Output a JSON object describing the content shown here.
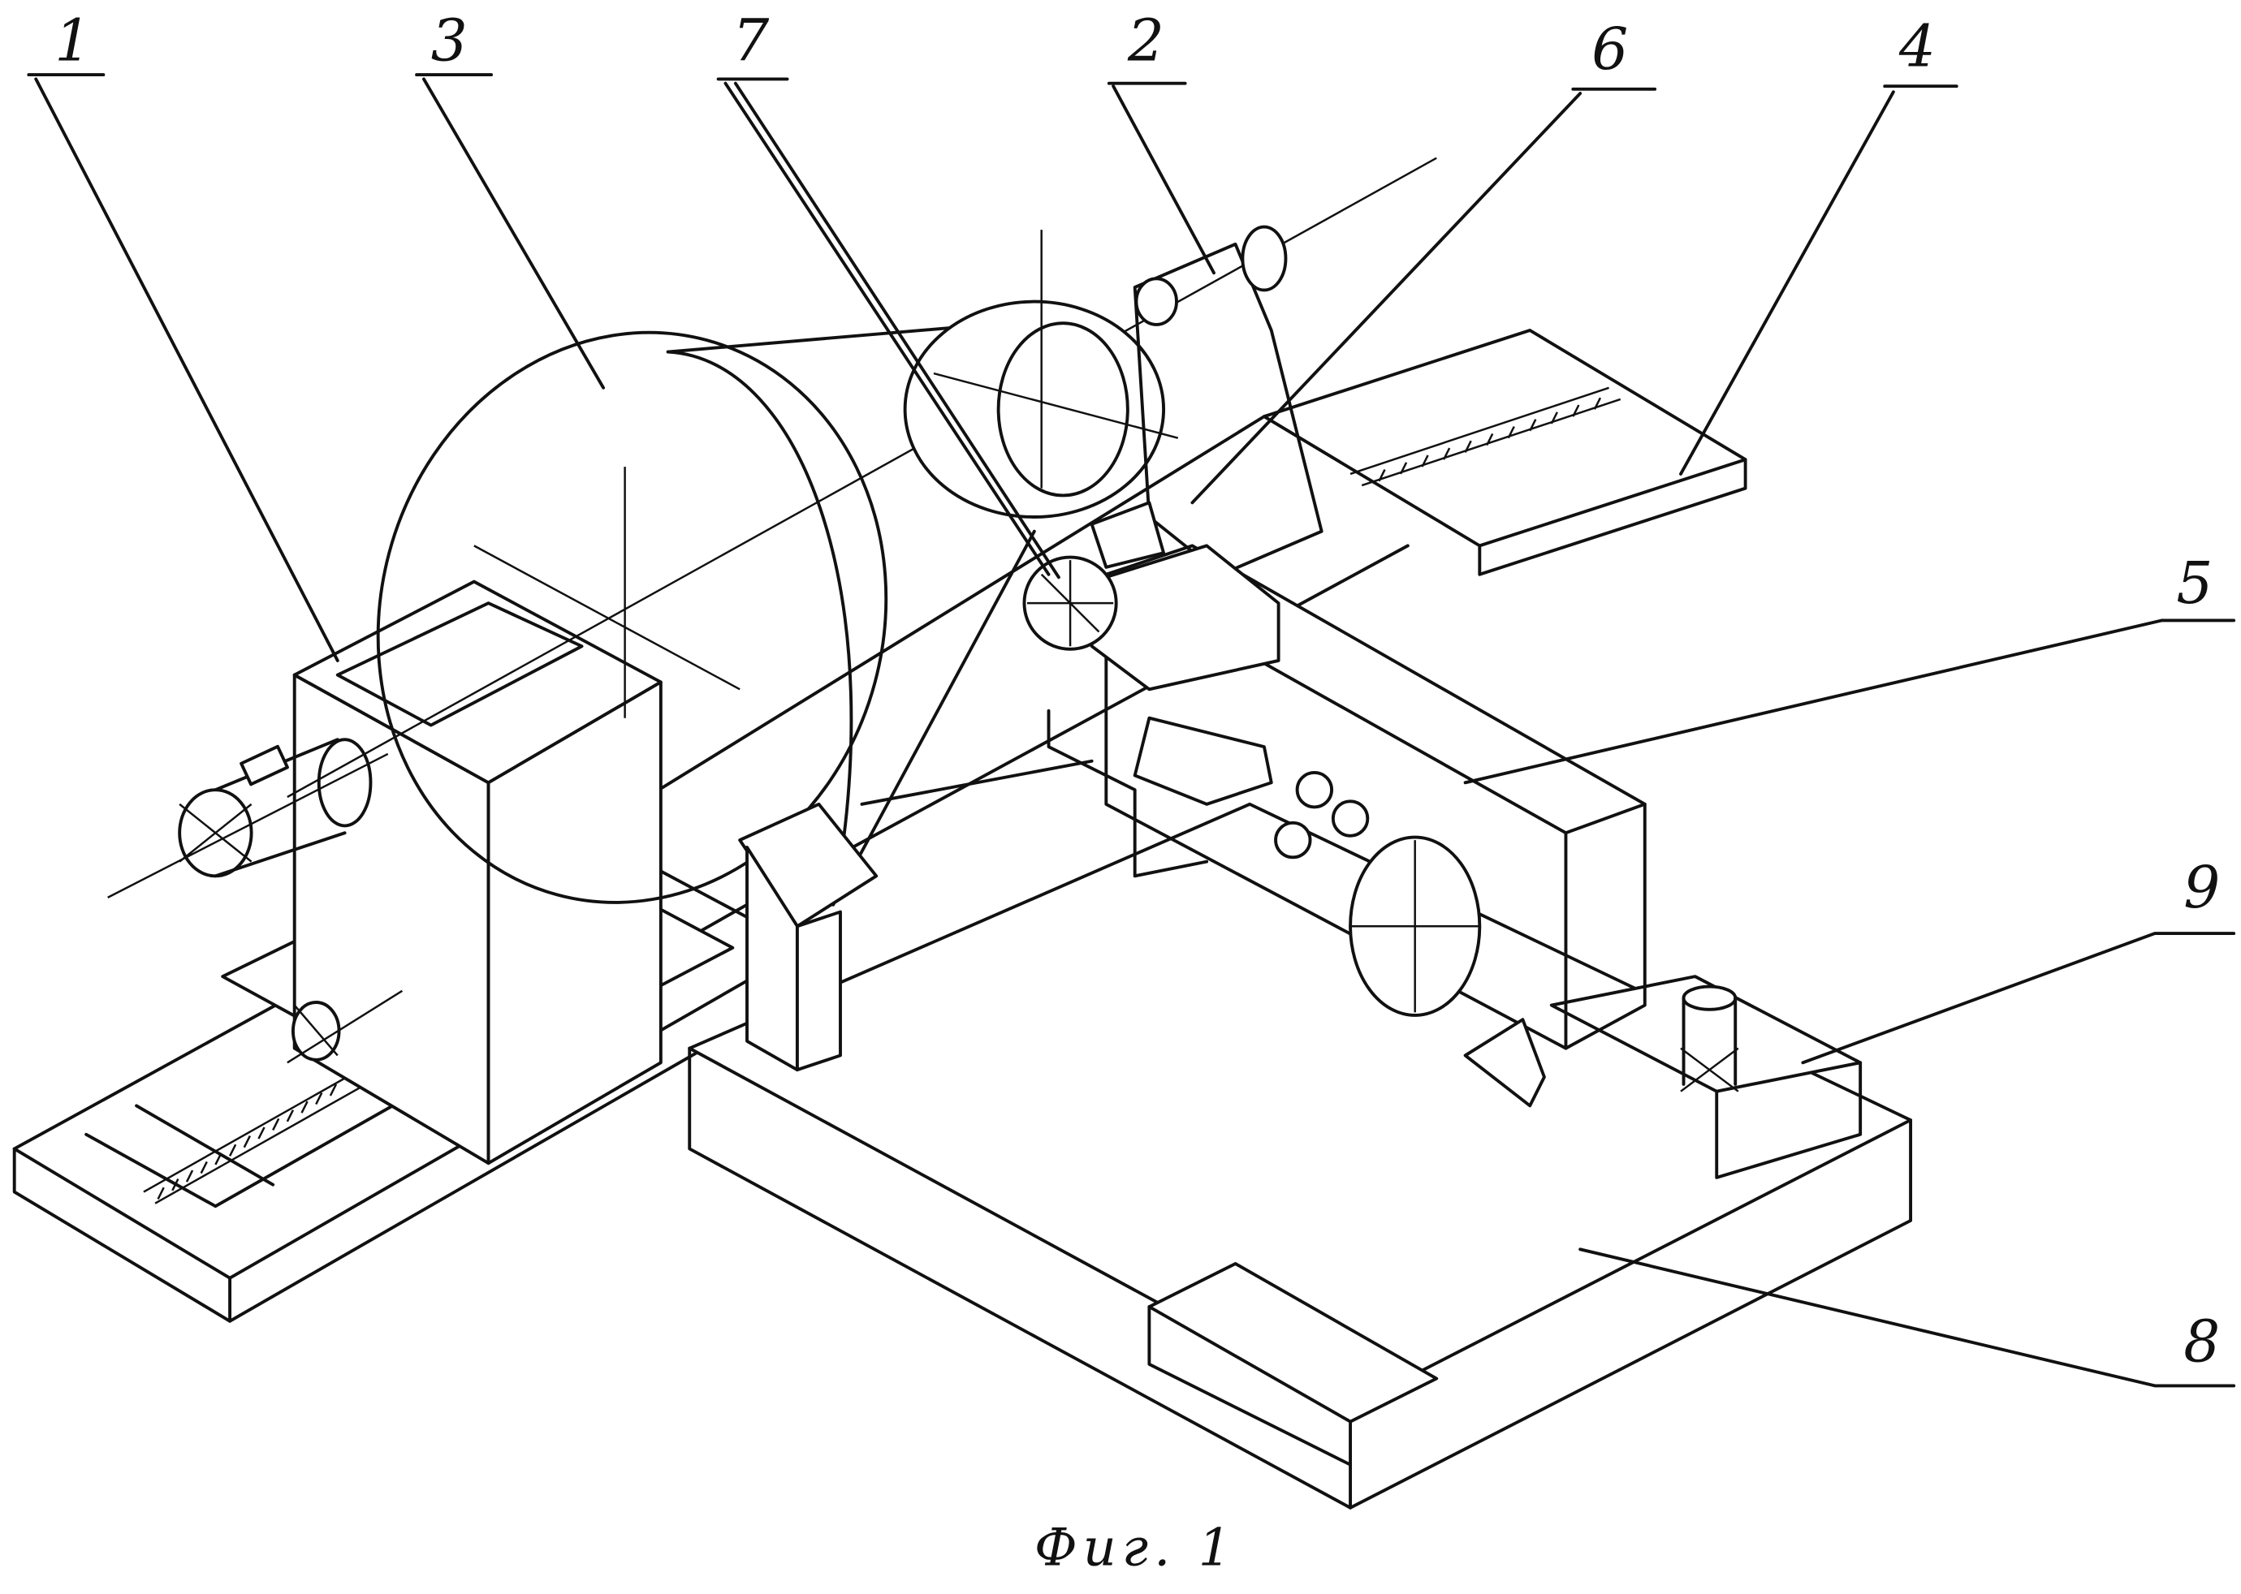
{
  "figure": {
    "caption": "Фиг. 1",
    "labels": {
      "headstock": "1",
      "tailstock": "2",
      "workpiece_disc": "3",
      "bed_rails": "4",
      "cross_slide": "5",
      "tool_holder": "6",
      "tool_wheel": "7",
      "base_plate": "8",
      "carriage_block": "9"
    }
  }
}
